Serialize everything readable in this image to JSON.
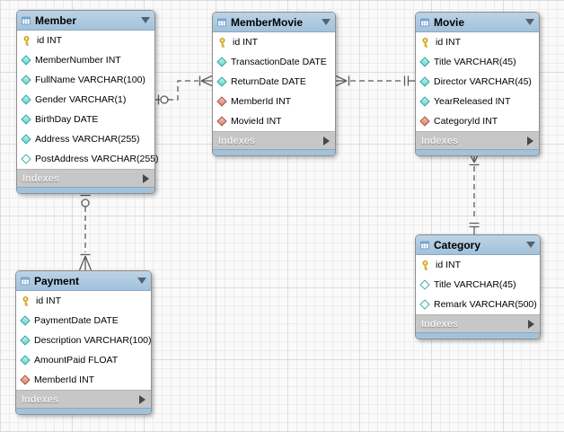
{
  "diagram": {
    "tables": [
      {
        "name": "Member",
        "footer": "Indexes",
        "columns": [
          {
            "label": "id INT",
            "icon": "primary-key"
          },
          {
            "label": "MemberNumber INT",
            "icon": "attribute"
          },
          {
            "label": "FullName VARCHAR(100)",
            "icon": "attribute"
          },
          {
            "label": "Gender VARCHAR(1)",
            "icon": "attribute"
          },
          {
            "label": "BirthDay DATE",
            "icon": "attribute"
          },
          {
            "label": "Address VARCHAR(255)",
            "icon": "attribute"
          },
          {
            "label": "PostAddress VARCHAR(255)",
            "icon": "attribute-nullable"
          }
        ]
      },
      {
        "name": "MemberMovie",
        "footer": "Indexes",
        "columns": [
          {
            "label": "id INT",
            "icon": "primary-key"
          },
          {
            "label": "TransactionDate DATE",
            "icon": "attribute"
          },
          {
            "label": "ReturnDate DATE",
            "icon": "attribute"
          },
          {
            "label": "MemberId INT",
            "icon": "foreign-key"
          },
          {
            "label": "MovieId INT",
            "icon": "foreign-key"
          }
        ]
      },
      {
        "name": "Movie",
        "footer": "Indexes",
        "columns": [
          {
            "label": "id INT",
            "icon": "primary-key"
          },
          {
            "label": "Title VARCHAR(45)",
            "icon": "attribute"
          },
          {
            "label": "Director VARCHAR(45)",
            "icon": "attribute"
          },
          {
            "label": "YearReleased INT",
            "icon": "attribute"
          },
          {
            "label": "CategoryId INT",
            "icon": "foreign-key"
          }
        ]
      },
      {
        "name": "Category",
        "footer": "Indexes",
        "columns": [
          {
            "label": "id INT",
            "icon": "primary-key"
          },
          {
            "label": "Title VARCHAR(45)",
            "icon": "attribute-nullable"
          },
          {
            "label": "Remark VARCHAR(500)",
            "icon": "attribute-nullable"
          }
        ]
      },
      {
        "name": "Payment",
        "footer": "Indexes",
        "columns": [
          {
            "label": "id INT",
            "icon": "primary-key"
          },
          {
            "label": "PaymentDate DATE",
            "icon": "attribute"
          },
          {
            "label": "Description VARCHAR(100)",
            "icon": "attribute"
          },
          {
            "label": "AmountPaid FLOAT",
            "icon": "attribute"
          },
          {
            "label": "MemberId INT",
            "icon": "foreign-key"
          }
        ]
      }
    ],
    "relationships": [
      {
        "from": "Member",
        "to": "MemberMovie",
        "from_end": "one-optional",
        "to_end": "many",
        "line": "dashed"
      },
      {
        "from": "MemberMovie",
        "to": "Movie",
        "from_end": "many",
        "to_end": "one-mandatory",
        "line": "dashed"
      },
      {
        "from": "Movie",
        "to": "Category",
        "from_end": "many",
        "to_end": "one-mandatory",
        "line": "dashed"
      },
      {
        "from": "Member",
        "to": "Payment",
        "from_end": "one-optional",
        "to_end": "many",
        "line": "dashed"
      }
    ],
    "colors": {
      "header_blue": "#a2c2db",
      "header_blue_light": "#bcd3e6",
      "indexes_gray": "#c7c7c7",
      "attribute_diamond": "#63d6cf",
      "foreign_key_diamond": "#dd8270",
      "primary_key_yellow": "#f7d13e",
      "connector": "#5c5c5c"
    }
  }
}
